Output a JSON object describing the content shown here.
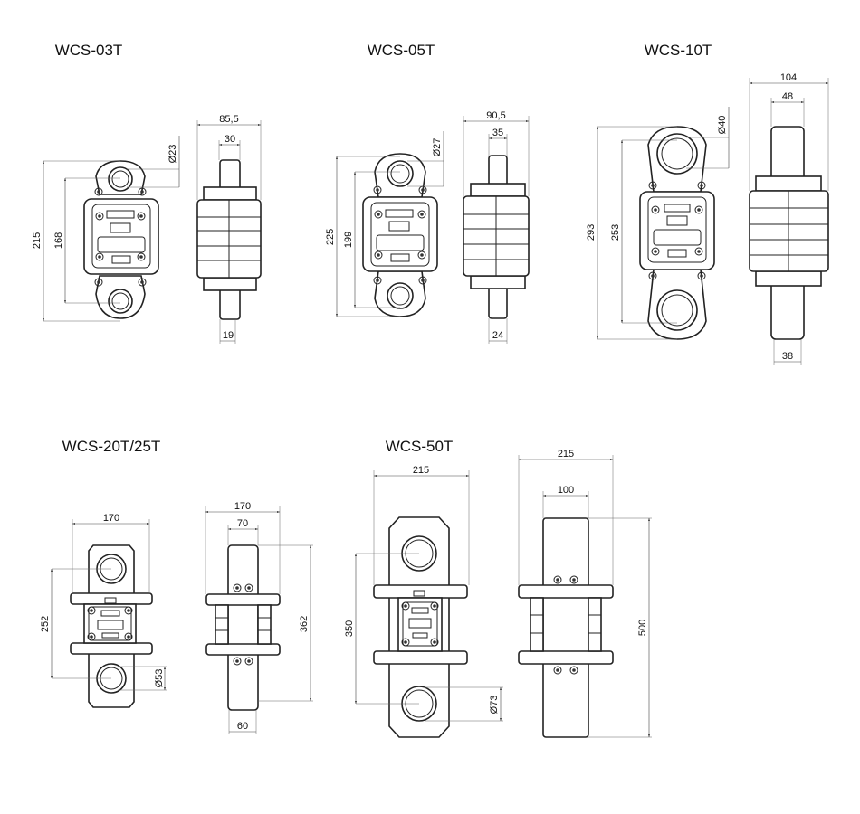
{
  "models": [
    {
      "title": "WCS-03T",
      "dims": {
        "width": "85,5",
        "strap": "30",
        "eye": "Ø23",
        "height": "215",
        "center": "168",
        "thickness": "19"
      }
    },
    {
      "title": "WCS-05T",
      "dims": {
        "width": "90,5",
        "strap": "35",
        "eye": "Ø27",
        "height": "225",
        "center": "199",
        "thickness": "24"
      }
    },
    {
      "title": "WCS-10T",
      "dims": {
        "width": "104",
        "strap": "48",
        "eye": "Ø40",
        "height": "293",
        "center": "253",
        "thickness": "38"
      }
    },
    {
      "title": "WCS-20T/25T",
      "dims": {
        "front_width": "170",
        "center": "252",
        "eye": "Ø53",
        "side_width": "170",
        "strap": "70",
        "height": "362",
        "thickness": "60"
      }
    },
    {
      "title": "WCS-50T",
      "dims": {
        "front_width": "215",
        "center": "350",
        "eye": "Ø73",
        "side_width": "215",
        "strap": "100",
        "height": "500"
      }
    }
  ]
}
